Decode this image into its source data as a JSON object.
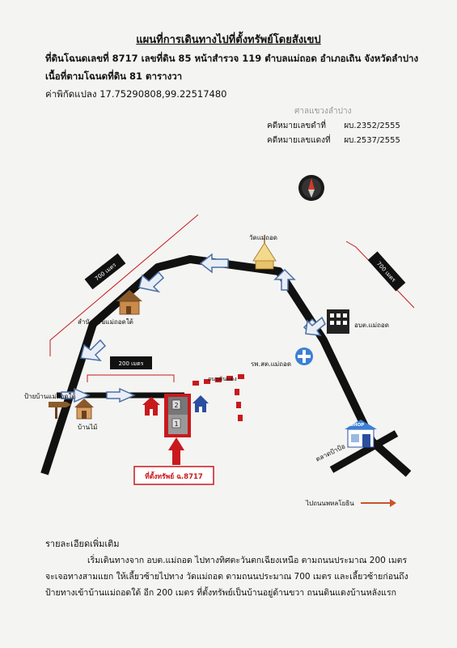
{
  "title": "แผนที่การเดินทางไปที่ตั้งทรัพย์โดยสังเขป",
  "header": {
    "line1": "ที่ดินโฉนดเลขที่ 8717 เลขที่ดิน 85  หน้าสำรวจ 119  ตำบลแม่ถอด อำเภอเถิน จังหวัดลำปาง",
    "line2": "เนื้อที่ตามโฉนดที่ดิน 81  ตารางวา",
    "line3": "ค่าพิกัดแปลง 17.75290808,99.22517480"
  },
  "court": "ศาลแขวงลำปาง",
  "case": {
    "black_label": "คดีหมายเลขดำที่",
    "black_value": "ผบ.2352/2555",
    "red_label": "คดีหมายเลขแดงที่",
    "red_value": "ผบ.2537/2555"
  },
  "map": {
    "dist_left_road": "700 เมตร",
    "dist_right_road": "700 เมตร",
    "dist_lane": "200 เมตร",
    "temple": "วัดแม่ถอด",
    "monk_office": "สำนักสงฆ์แม่ถอดใต้",
    "sao": "อบต.แม่ถอด",
    "hospital": "รพ.สต.แม่ถอด",
    "village_sign": "ป้ายบ้านแม่ถอดใต้",
    "wooden_house": "บ้านไม้",
    "red_dirt_road": "ถนนดินแดง",
    "market": "ตลาดป้าป้อ",
    "shop_sign": "SHOP",
    "to_road": "ไปถนนพหลโยธิน",
    "property": "ที่ตั้งทรัพย์ ฉ.8717",
    "plot_1": "1",
    "plot_2": "2",
    "compass": "compass",
    "icons": [
      "compass-icon",
      "temple-icon",
      "house-icon",
      "building-icon",
      "hospital-icon",
      "shop-icon",
      "signpost-icon",
      "arrow-right-icon"
    ],
    "colors": {
      "road": "#111111",
      "accent": "#c8191d",
      "arrow": "#4a6fa5",
      "hospital": "#3b7fd6"
    }
  },
  "details_title": "รายละเอียดเพิ่มเติม",
  "details": "เริ่มเดินทางจาก อบต.แม่ถอด ไปทางทิศตะวันตกเฉียงเหนือ ตามถนนประมาณ 200 เมตร จะเจอทางสามแยก ให้เลี้ยวซ้ายไปทาง วัดแม่ถอด ตามถนนประมาณ 700 เมตร และเลี้ยวซ้ายก่อนถึงป้ายทางเข้าบ้านแม่ถอดใต้  อีก 200 เมตร ที่ตั้งทรัพย์เป็นบ้านอยู่ด้านขวา ถนนดินแดงบ้านหลังแรก"
}
